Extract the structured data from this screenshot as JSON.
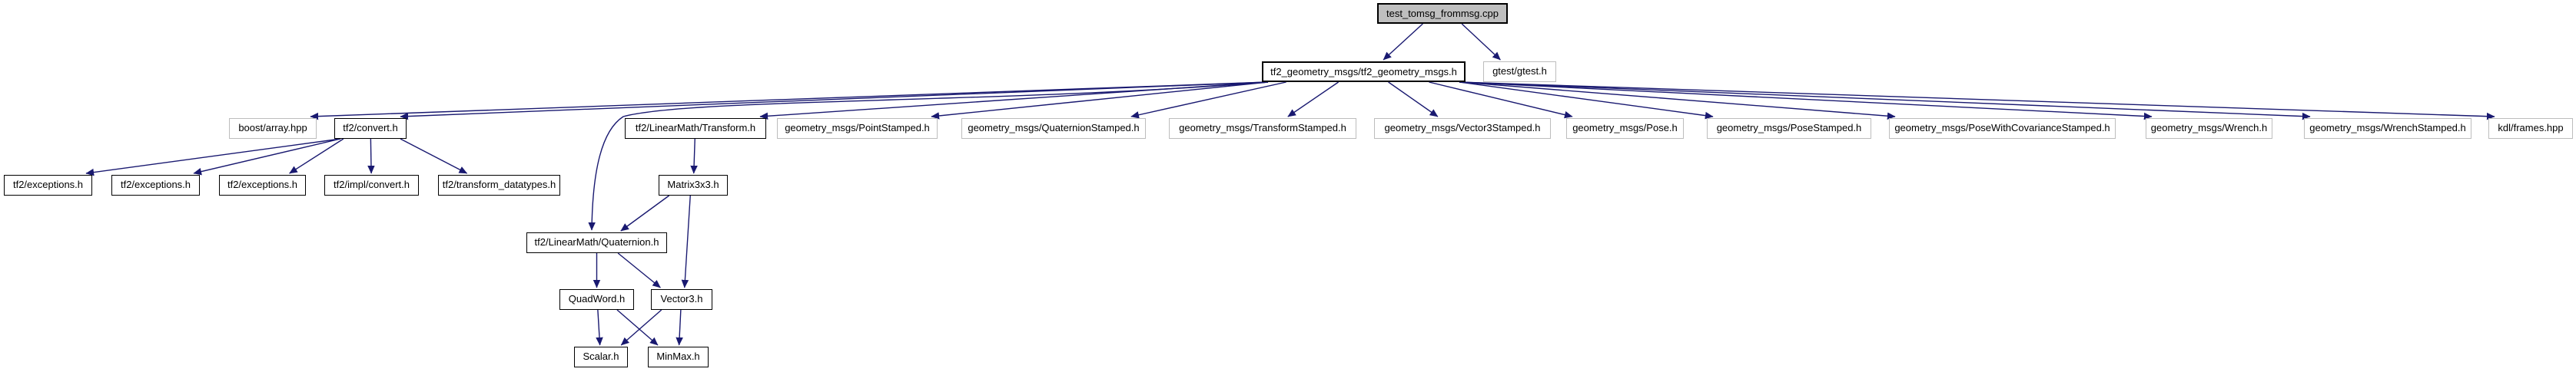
{
  "diagram": {
    "kind": "include-dependency-graph",
    "colors": {
      "edge": "#191970",
      "node_fill": "#ffffff",
      "root_fill": "#bfbfbf",
      "internal_border": "#000000",
      "external_border": "#bdbdbd",
      "text": "#000000"
    },
    "nodes": {
      "root": {
        "label": "test_tomsg_frommsg.cpp",
        "kind": "source"
      },
      "tf2_geometry_msgs": {
        "label": "tf2_geometry_msgs/tf2_geometry_msgs.h",
        "kind": "internal"
      },
      "gtest": {
        "label": "gtest/gtest.h",
        "kind": "external"
      },
      "boost_array": {
        "label": "boost/array.hpp",
        "kind": "external"
      },
      "tf2_convert": {
        "label": "tf2/convert.h",
        "kind": "internal"
      },
      "transform": {
        "label": "tf2/LinearMath/Transform.h",
        "kind": "internal"
      },
      "point_stamped": {
        "label": "geometry_msgs/PointStamped.h",
        "kind": "external"
      },
      "quaternion_stamped": {
        "label": "geometry_msgs/QuaternionStamped.h",
        "kind": "external"
      },
      "transform_stamped": {
        "label": "geometry_msgs/TransformStamped.h",
        "kind": "external"
      },
      "vector3_stamped": {
        "label": "geometry_msgs/Vector3Stamped.h",
        "kind": "external"
      },
      "pose": {
        "label": "geometry_msgs/Pose.h",
        "kind": "external"
      },
      "pose_stamped": {
        "label": "geometry_msgs/PoseStamped.h",
        "kind": "external"
      },
      "pose_with_cov": {
        "label": "geometry_msgs/PoseWithCovarianceStamped.h",
        "kind": "external"
      },
      "wrench": {
        "label": "geometry_msgs/Wrench.h",
        "kind": "external"
      },
      "wrench_stamped": {
        "label": "geometry_msgs/WrenchStamped.h",
        "kind": "external"
      },
      "kdl_frames": {
        "label": "kdl/frames.hpp",
        "kind": "external"
      },
      "exceptions1": {
        "label": "tf2/exceptions.h",
        "kind": "internal"
      },
      "exceptions2": {
        "label": "tf2/exceptions.h",
        "kind": "internal"
      },
      "exceptions3": {
        "label": "tf2/exceptions.h",
        "kind": "internal"
      },
      "impl_convert": {
        "label": "tf2/impl/convert.h",
        "kind": "internal"
      },
      "transform_datatypes": {
        "label": "tf2/transform_datatypes.h",
        "kind": "internal"
      },
      "matrix3x3": {
        "label": "Matrix3x3.h",
        "kind": "internal"
      },
      "quaternion": {
        "label": "tf2/LinearMath/Quaternion.h",
        "kind": "internal"
      },
      "quadword": {
        "label": "QuadWord.h",
        "kind": "internal"
      },
      "vector3": {
        "label": "Vector3.h",
        "kind": "internal"
      },
      "scalar": {
        "label": "Scalar.h",
        "kind": "internal"
      },
      "minmax": {
        "label": "MinMax.h",
        "kind": "internal"
      }
    },
    "edges": [
      {
        "from": "root",
        "to": "tf2_geometry_msgs"
      },
      {
        "from": "root",
        "to": "gtest"
      },
      {
        "from": "tf2_geometry_msgs",
        "to": "boost_array"
      },
      {
        "from": "tf2_geometry_msgs",
        "to": "tf2_convert"
      },
      {
        "from": "tf2_geometry_msgs",
        "to": "transform"
      },
      {
        "from": "tf2_geometry_msgs",
        "to": "point_stamped"
      },
      {
        "from": "tf2_geometry_msgs",
        "to": "quaternion_stamped"
      },
      {
        "from": "tf2_geometry_msgs",
        "to": "transform_stamped"
      },
      {
        "from": "tf2_geometry_msgs",
        "to": "vector3_stamped"
      },
      {
        "from": "tf2_geometry_msgs",
        "to": "pose"
      },
      {
        "from": "tf2_geometry_msgs",
        "to": "pose_stamped"
      },
      {
        "from": "tf2_geometry_msgs",
        "to": "pose_with_cov"
      },
      {
        "from": "tf2_geometry_msgs",
        "to": "wrench"
      },
      {
        "from": "tf2_geometry_msgs",
        "to": "wrench_stamped"
      },
      {
        "from": "tf2_geometry_msgs",
        "to": "kdl_frames"
      },
      {
        "from": "tf2_geometry_msgs",
        "to": "quaternion"
      },
      {
        "from": "tf2_convert",
        "to": "exceptions1"
      },
      {
        "from": "tf2_convert",
        "to": "exceptions2"
      },
      {
        "from": "tf2_convert",
        "to": "exceptions3"
      },
      {
        "from": "tf2_convert",
        "to": "impl_convert"
      },
      {
        "from": "tf2_convert",
        "to": "transform_datatypes"
      },
      {
        "from": "transform",
        "to": "matrix3x3"
      },
      {
        "from": "matrix3x3",
        "to": "quaternion"
      },
      {
        "from": "matrix3x3",
        "to": "vector3"
      },
      {
        "from": "quaternion",
        "to": "quadword"
      },
      {
        "from": "quaternion",
        "to": "vector3"
      },
      {
        "from": "quadword",
        "to": "scalar"
      },
      {
        "from": "quadword",
        "to": "minmax"
      },
      {
        "from": "vector3",
        "to": "scalar"
      },
      {
        "from": "vector3",
        "to": "minmax"
      }
    ]
  }
}
